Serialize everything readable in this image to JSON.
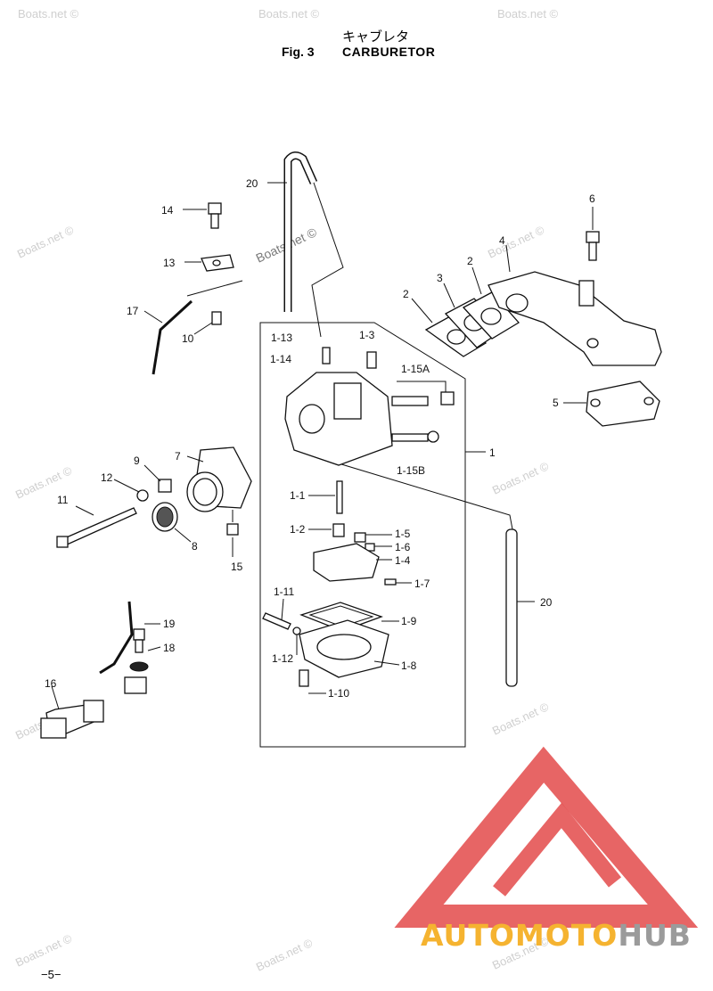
{
  "header": {
    "title_jp": "キャブレタ",
    "fig_label": "Fig. 3",
    "title_en": "CARBURETOR"
  },
  "callouts": {
    "p20a": "20",
    "p14": "14",
    "p13": "13",
    "p17": "17",
    "p10": "10",
    "p6": "6",
    "p4": "4",
    "p2a": "2",
    "p3": "3",
    "p2b": "2",
    "p5": "5",
    "p113": "1-13",
    "p13b": "1-3",
    "p114": "1-14",
    "p115a": "1-15A",
    "p1": "1",
    "p115b": "1-15B",
    "p9": "9",
    "p7": "7",
    "p12": "12",
    "p11": "11",
    "p8": "8",
    "p15": "15",
    "p11a": "1-1",
    "p12a": "1-2",
    "p15x": "1-5",
    "p16": "1-6",
    "p14x": "1-4",
    "p17x": "1-7",
    "p20b": "20",
    "p111": "1-11",
    "p19x": "1-9",
    "p112": "1-12",
    "p18x": "1-8",
    "p110": "1-10",
    "p19": "19",
    "p18": "18",
    "p16b": "16"
  },
  "watermarks": {
    "small": "Boats.net ©",
    "center": "Boats.net ©"
  },
  "logo": {
    "text_a": "AUTO",
    "text_b": "MOTO",
    "text_c": "HUB",
    "colors": {
      "triangle": "#e34a4a",
      "auto": "#f5b330",
      "moto": "#f5b330",
      "hub": "#9b9b9b"
    }
  },
  "footer": {
    "page": "−5−"
  }
}
